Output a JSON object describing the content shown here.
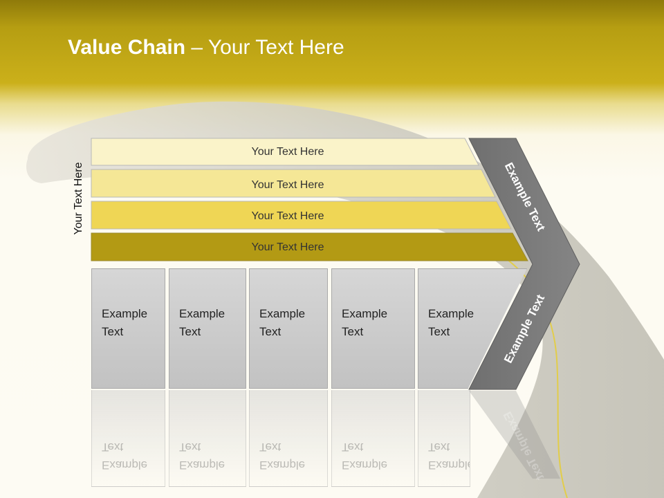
{
  "title": {
    "bold": "Value Chain",
    "rest": " – Your Text Here"
  },
  "side_label": "Your Text Here",
  "bars": [
    {
      "label": "Your Text Here",
      "color": "#faf3c9"
    },
    {
      "label": "Your Text Here",
      "color": "#f5e796"
    },
    {
      "label": "Your Text Here",
      "color": "#efd655"
    },
    {
      "label": "Your Text Here",
      "color": "#b39a14"
    }
  ],
  "boxes": [
    {
      "line1": "Example",
      "line2": "Text"
    },
    {
      "line1": "Example",
      "line2": "Text"
    },
    {
      "line1": "Example",
      "line2": "Text"
    },
    {
      "line1": "Example",
      "line2": "Text"
    },
    {
      "line1": "Example",
      "line2": "Text"
    }
  ],
  "chevron": {
    "top_label": "Example Text",
    "bottom_label": "Example Text",
    "color": "#777777"
  },
  "colors": {
    "header": "#c4aa16",
    "road": "#d8d6cc",
    "road_line": "#e2cd4a"
  }
}
